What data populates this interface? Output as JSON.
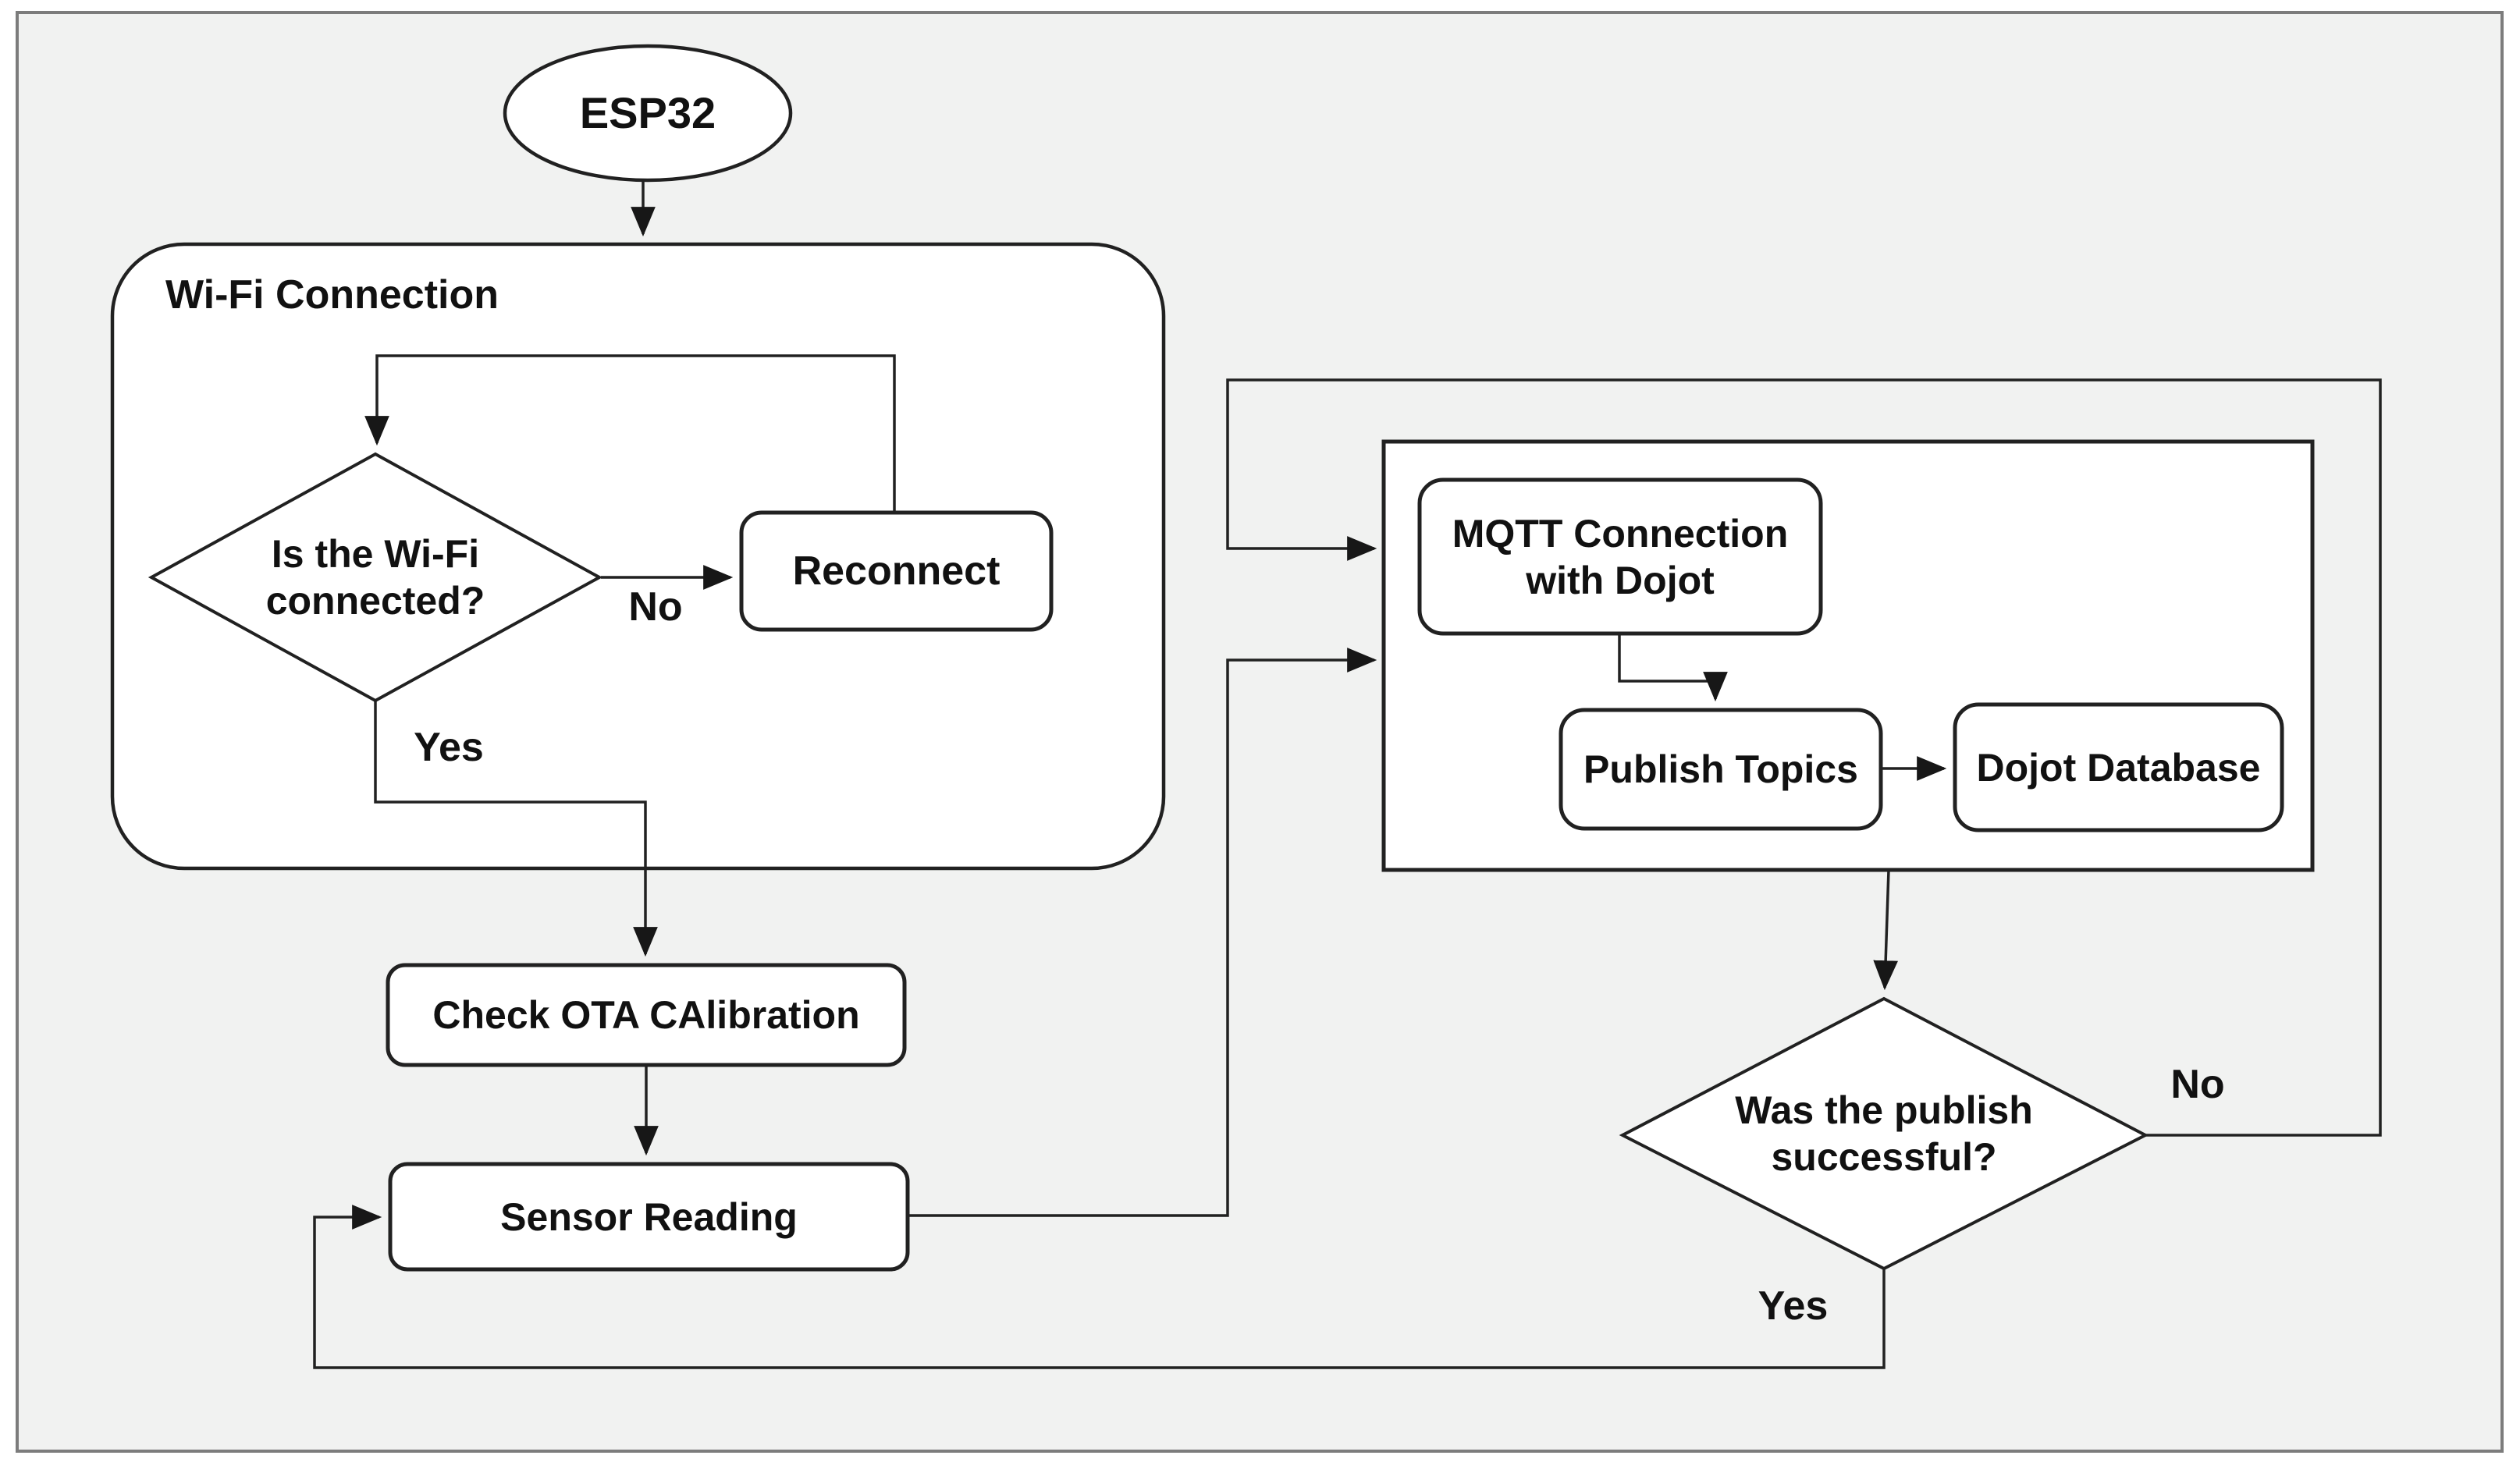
{
  "diagram": {
    "type": "flowchart",
    "nodes": {
      "esp32": {
        "shape": "ellipse",
        "label": "ESP32"
      },
      "wifi_container": {
        "shape": "rounded-group",
        "label": "Wi-Fi Connection"
      },
      "wifi_decision": {
        "shape": "diamond",
        "label": "Is the Wi-Fi\nconnected?"
      },
      "reconnect": {
        "shape": "rounded-rect",
        "label": "Reconnect"
      },
      "check_ota": {
        "shape": "rounded-rect",
        "label": "Check OTA CAlibration"
      },
      "sensor_reading": {
        "shape": "rounded-rect",
        "label": "Sensor Reading"
      },
      "mqtt_container": {
        "shape": "group",
        "label": ""
      },
      "mqtt_connection": {
        "shape": "rounded-rect",
        "label": "MQTT Connection\nwith Dojot"
      },
      "publish_topics": {
        "shape": "rounded-rect",
        "label": "Publish Topics"
      },
      "dojot_database": {
        "shape": "rounded-rect",
        "label": "Dojot Database"
      },
      "publish_decision": {
        "shape": "diamond",
        "label": "Was the publish\nsuccessful?"
      }
    },
    "edge_labels": {
      "wifi_no": "No",
      "wifi_yes": "Yes",
      "publish_no": "No",
      "publish_yes": "Yes"
    },
    "edges": [
      {
        "from": "esp32",
        "to": "wifi_container",
        "label": ""
      },
      {
        "from": "reconnect",
        "to": "wifi_decision",
        "label": ""
      },
      {
        "from": "wifi_decision",
        "to": "reconnect",
        "label": "No"
      },
      {
        "from": "wifi_decision",
        "to": "check_ota",
        "label": "Yes"
      },
      {
        "from": "check_ota",
        "to": "sensor_reading",
        "label": ""
      },
      {
        "from": "sensor_reading",
        "to": "mqtt_container",
        "label": ""
      },
      {
        "from": "mqtt_connection",
        "to": "publish_topics",
        "label": ""
      },
      {
        "from": "publish_topics",
        "to": "dojot_database",
        "label": ""
      },
      {
        "from": "mqtt_container",
        "to": "publish_decision",
        "label": ""
      },
      {
        "from": "publish_decision",
        "to": "mqtt_container",
        "label": "No"
      },
      {
        "from": "publish_decision",
        "to": "sensor_reading",
        "label": "Yes"
      }
    ],
    "colors": {
      "background": "#f1f2f1",
      "node_fill": "#ffffff",
      "line": "#212121",
      "frame_border": "#7c7c7c",
      "text": "#111111"
    }
  }
}
